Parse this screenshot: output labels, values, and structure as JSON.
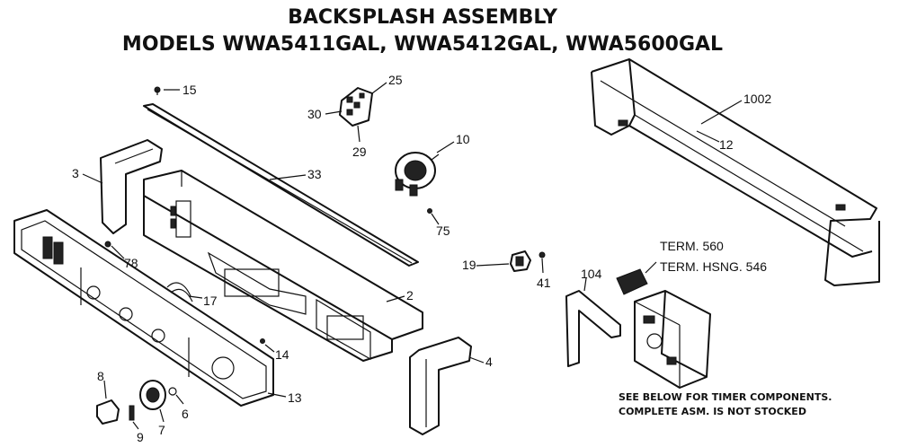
{
  "title_line1": "BACKSPLASH ASSEMBLY",
  "title_line2": "MODELS WWA5411GAL, WWA5412GAL, WWA5600GAL",
  "callouts": {
    "c15": "15",
    "c25": "25",
    "c30": "30",
    "c29": "29",
    "c1002": "1002",
    "c12": "12",
    "c10": "10",
    "c75": "75",
    "c3": "3",
    "c33": "33",
    "c78": "78",
    "c17": "17",
    "c2": "2",
    "c14": "14",
    "c13": "13",
    "c8": "8",
    "c7": "7",
    "c9": "9",
    "c6": "6",
    "c4": "4",
    "c19": "19",
    "c41": "41",
    "c104": "104",
    "term560": "TERM. 560",
    "term546": "TERM. HSNG. 546"
  },
  "note_line1": "SEE BELOW FOR TIMER COMPONENTS.",
  "note_line2": "COMPLETE ASM. IS NOT STOCKED"
}
